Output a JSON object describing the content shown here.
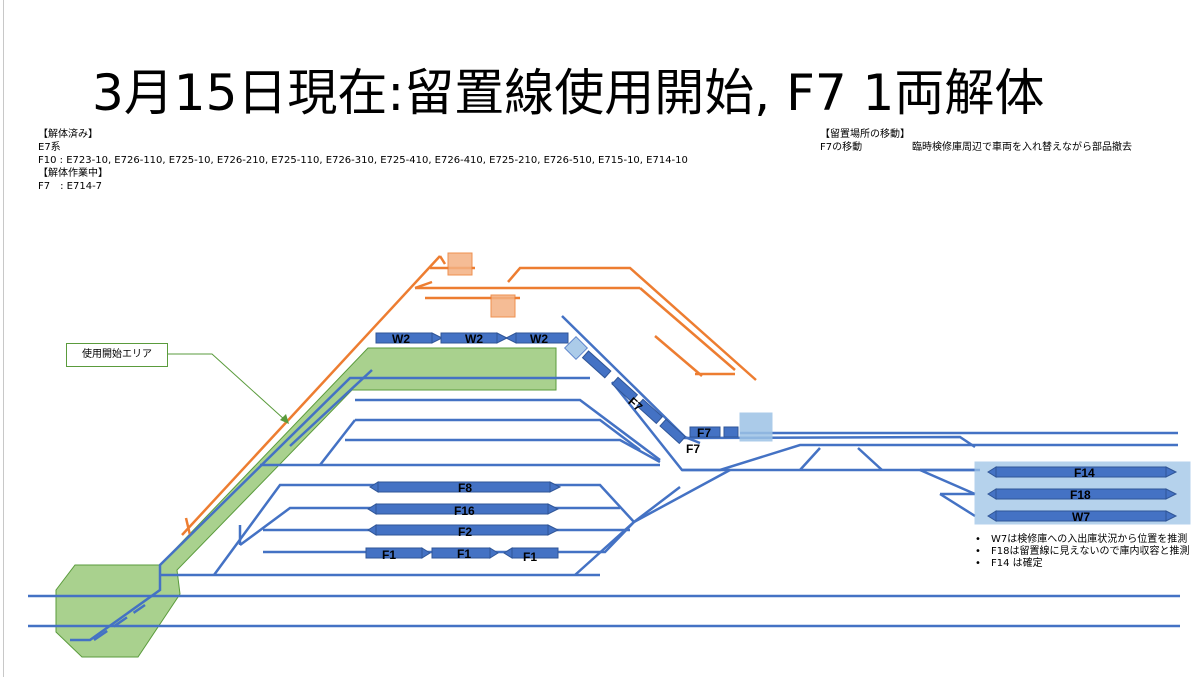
{
  "title": "3月15日現在:留置線使用開始, F7 1両解体",
  "dismantled": {
    "heading": "【解体済み】",
    "series": "E7系",
    "f10": "F10 : E723-10, E726-110, E725-10, E726-210, E725-110, E726-310, E725-410, E726-410, E725-210, E726-510, E715-10, E714-10",
    "in_progress_heading": "【解体作業中】",
    "f7": "F7　: E714-7"
  },
  "relocation": {
    "heading": "【留置場所の移動】",
    "label": "F7の移動",
    "desc": "臨時検修庫周辺で車両を入れ替えながら部品撤去"
  },
  "callout": "使用開始エリア",
  "notes": [
    "W7は検修庫への入出庫状況から位置を推測",
    "F18は留置線に見えないので庫内収容と推測",
    "F14 は確定"
  ],
  "bullet": "•",
  "train_labels": {
    "w2a": "W2",
    "w2b": "W2",
    "w2c": "W2",
    "f7_diag": "F7",
    "f7_short": "F7",
    "f7_track": "F7",
    "f8": "F8",
    "f16": "F16",
    "f2": "F2",
    "f1a": "F1",
    "f1b": "F1",
    "f1c": "F1",
    "f14": "F14",
    "f18": "F18",
    "w7": "W7"
  },
  "colors": {
    "track": "#4472c4",
    "train_fill": "#4472c4",
    "train_stroke": "#2f5597",
    "area_green": "#a9d18e",
    "area_green_border": "#5a9b3c",
    "orange_track": "#ed7d31",
    "orange_box": "#f4b183",
    "blue_box": "#9dc3e6"
  }
}
